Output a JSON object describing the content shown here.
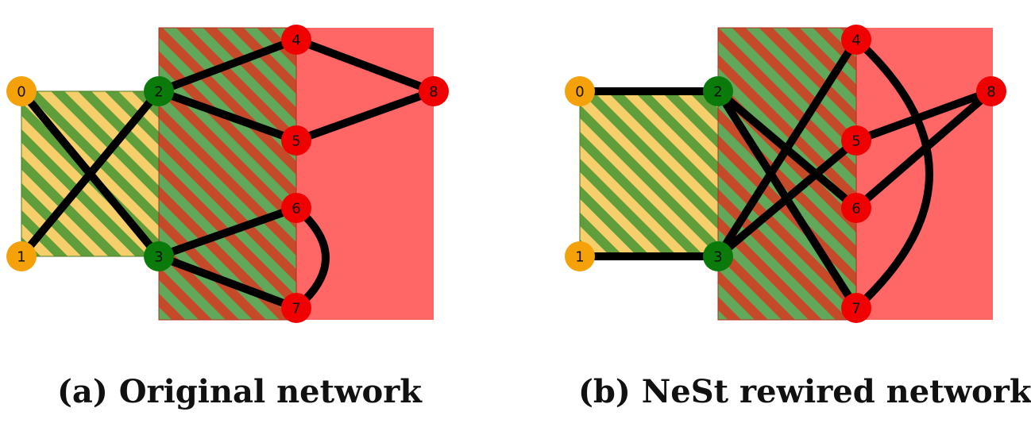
{
  "panels": [
    {
      "caption": "(a) Original network",
      "edges": [
        [
          0,
          3
        ],
        [
          1,
          2
        ],
        [
          2,
          4
        ],
        [
          2,
          5
        ],
        [
          4,
          8
        ],
        [
          5,
          8
        ],
        [
          3,
          6
        ],
        [
          3,
          7
        ],
        [
          6,
          7
        ]
      ],
      "curved_edges": [
        [
          6,
          7
        ]
      ]
    },
    {
      "caption": "(b) NeSt rewired network",
      "edges": [
        [
          0,
          2
        ],
        [
          1,
          3
        ],
        [
          2,
          6
        ],
        [
          2,
          7
        ],
        [
          3,
          4
        ],
        [
          3,
          5
        ],
        [
          5,
          8
        ],
        [
          6,
          8
        ],
        [
          4,
          7
        ]
      ],
      "curved_edges": [
        [
          4,
          7
        ]
      ]
    }
  ],
  "nodes": [
    {
      "id": "0",
      "group": "orange"
    },
    {
      "id": "1",
      "group": "orange"
    },
    {
      "id": "2",
      "group": "green"
    },
    {
      "id": "3",
      "group": "green"
    },
    {
      "id": "4",
      "group": "red"
    },
    {
      "id": "5",
      "group": "red"
    },
    {
      "id": "6",
      "group": "red"
    },
    {
      "id": "7",
      "group": "red"
    },
    {
      "id": "8",
      "group": "red"
    }
  ],
  "colors": {
    "orange": "#f5a10a",
    "green": "#0a7a0a",
    "red": "#f00000",
    "edge": "#000000",
    "region_red": "#ff6666",
    "stripe_yellow": "#f7cf6a",
    "stripe_green": "#5f9e3a",
    "stripe_dark_red": "#c44a2a",
    "stripe_light_green": "#62a85a"
  }
}
